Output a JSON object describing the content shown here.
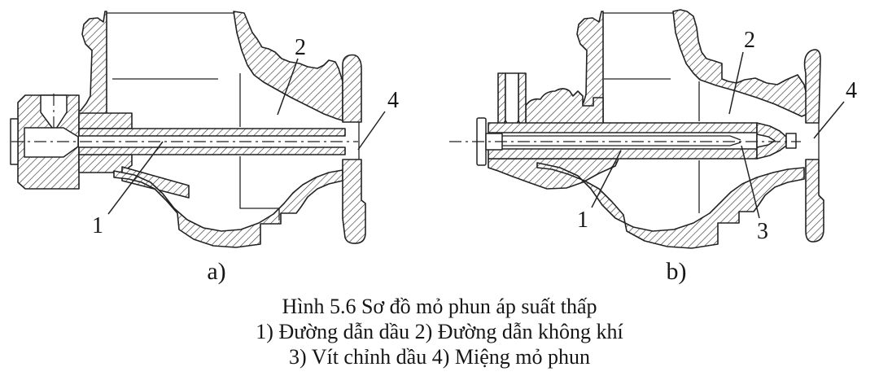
{
  "figure": {
    "caption_lines": [
      "Hình 5.6 Sơ đồ mỏ phun áp suất thấp",
      "1) Đường dẫn dầu 2) Đường dẫn không khí",
      "3) Vít chỉnh dầu 4) Miệng mỏ phun"
    ],
    "parts": [
      {
        "number": "1",
        "name": "Đường dẫn dầu"
      },
      {
        "number": "2",
        "name": "Đường dẫn không khí"
      },
      {
        "number": "3",
        "name": "Vít chỉnh dầu"
      },
      {
        "number": "4",
        "name": "Miệng mỏ phun"
      }
    ]
  },
  "diagram_a": {
    "label": "a)",
    "callouts": [
      "1",
      "2",
      "4"
    ]
  },
  "diagram_b": {
    "label": "b)",
    "callouts": [
      "1",
      "2",
      "3",
      "4"
    ]
  },
  "colors": {
    "ink": "#1f1f1f",
    "background": "#ffffff"
  }
}
